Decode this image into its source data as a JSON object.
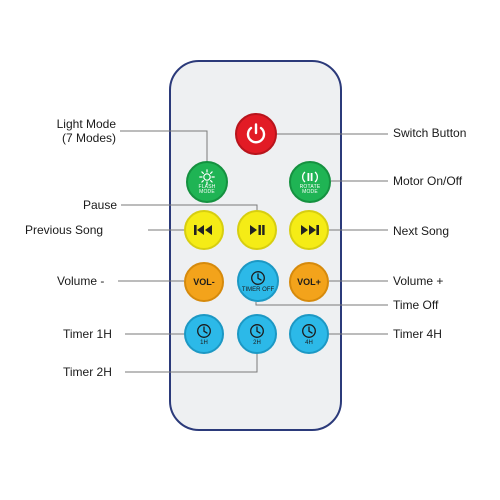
{
  "buttons": {
    "switch": {
      "icon": "power-icon"
    },
    "flash": {
      "icon": "sun-icon",
      "caption": "FLASH\nMODE"
    },
    "rotate": {
      "icon": "rotate-pause-icon",
      "caption": "ROTATE\nMODE"
    },
    "prev": {
      "icon": "skip-back-icon"
    },
    "play": {
      "icon": "play-pause-icon"
    },
    "next": {
      "icon": "skip-forward-icon"
    },
    "vol_minus": {
      "text": "VOL-"
    },
    "timer_off": {
      "icon": "clock-icon",
      "text": "TIMER OFF"
    },
    "vol_plus": {
      "text": "VOL+"
    },
    "timer_1h": {
      "icon": "clock-icon",
      "text": "1H"
    },
    "timer_2h": {
      "icon": "clock-icon",
      "text": "2H"
    },
    "timer_4h": {
      "icon": "clock-icon",
      "text": "4H"
    }
  },
  "labels": {
    "light_mode": "Light Mode\n(7 Modes)",
    "switch_button": "Switch Button",
    "motor": "Motor On/Off",
    "pause": "Pause",
    "previous_song": "Previous Song",
    "next_song": "Next Song",
    "volume_minus": "Volume -",
    "volume_plus": "Volume +",
    "time_off": "Time Off",
    "timer_1h": "Timer 1H",
    "timer_4h": "Timer 4H",
    "timer_2h": "Timer 2H"
  },
  "colors": {
    "red": "#e21b25",
    "green": "#1fb454",
    "yellow": "#f5ec16",
    "orange": "#f3a31b",
    "cyan": "#2cb9e8",
    "outline": "#2b3a7a"
  }
}
